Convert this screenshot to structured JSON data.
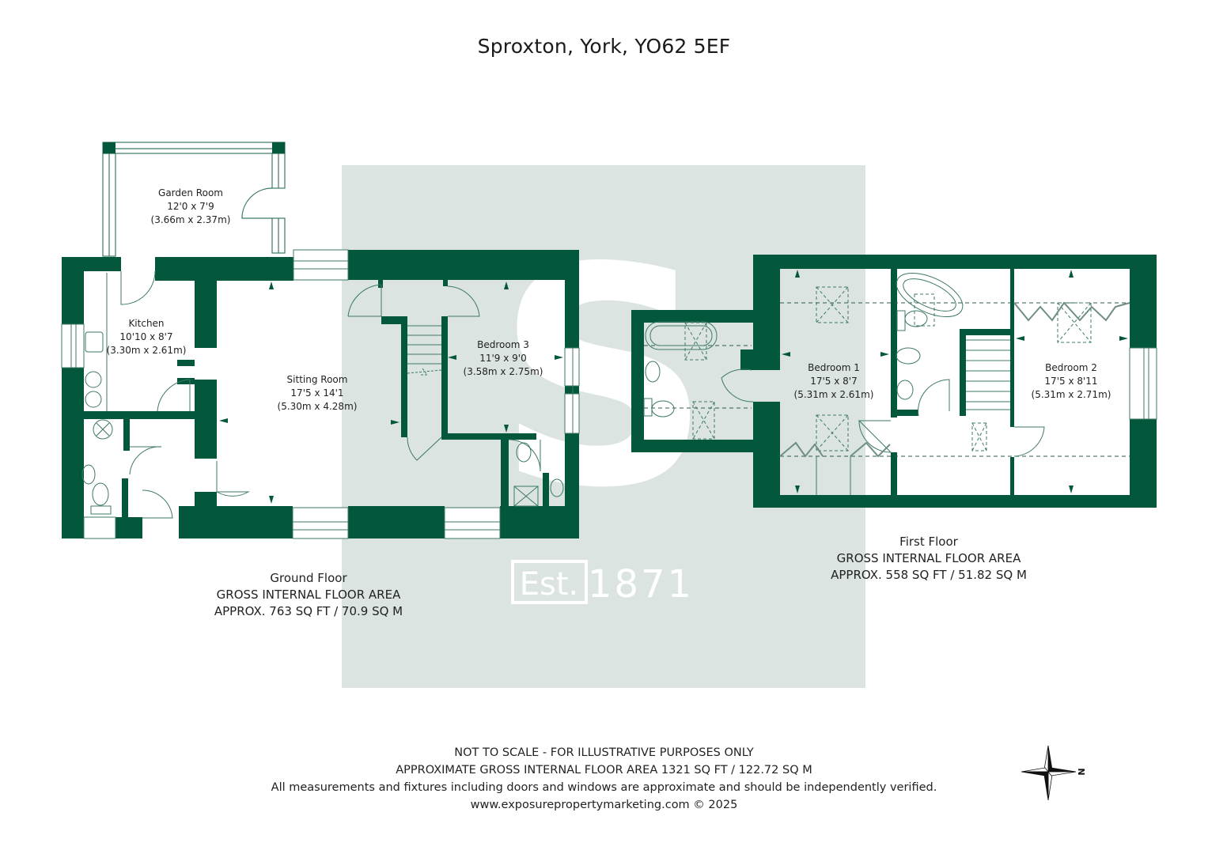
{
  "title": "Sproxton, York, YO62 5EF",
  "colors": {
    "wall": "#03573d",
    "watermark_panel": "#dbe4e1",
    "watermark_mark": "#ffffff",
    "text": "#222222"
  },
  "watermark": {
    "letter": "S",
    "est_label": "Est.",
    "year": "1871"
  },
  "ground_floor": {
    "rooms": [
      {
        "name": "Garden Room",
        "imperial": "12'0 x 7'9",
        "metric": "(3.66m x 2.37m)"
      },
      {
        "name": "Kitchen",
        "imperial": "10'10 x 8'7",
        "metric": "(3.30m x 2.61m)"
      },
      {
        "name": "Sitting Room",
        "imperial": "17'5 x 14'1",
        "metric": "(5.30m x 4.28m)"
      },
      {
        "name": "Bedroom 3",
        "imperial": "11'9 x 9'0",
        "metric": "(3.58m x 2.75m)"
      }
    ],
    "caption": {
      "name": "Ground Floor",
      "line1": "GROSS INTERNAL FLOOR AREA",
      "line2": "APPROX. 763 SQ FT / 70.9 SQ M"
    }
  },
  "first_floor": {
    "rooms": [
      {
        "name": "Bedroom 1",
        "imperial": "17'5 x 8'7",
        "metric": "(5.31m x 2.61m)"
      },
      {
        "name": "Bedroom 2",
        "imperial": "17'5 x 8'11",
        "metric": "(5.31m x 2.71m)"
      }
    ],
    "caption": {
      "name": "First Floor",
      "line1": "GROSS INTERNAL FLOOR AREA",
      "line2": "APPROX. 558 SQ FT / 51.82 SQ M"
    }
  },
  "footer": {
    "line1": "NOT TO SCALE - FOR ILLUSTRATIVE PURPOSES ONLY",
    "line2": "APPROXIMATE GROSS INTERNAL FLOOR AREA 1321 SQ FT / 122.72 SQ M",
    "line3": "All measurements and fixtures including doors and windows are approximate and should be independently verified.",
    "line4": "www.exposurepropertymarketing.com © 2025"
  },
  "compass": {
    "north_label": "N",
    "icon": "compass-rose-icon"
  }
}
